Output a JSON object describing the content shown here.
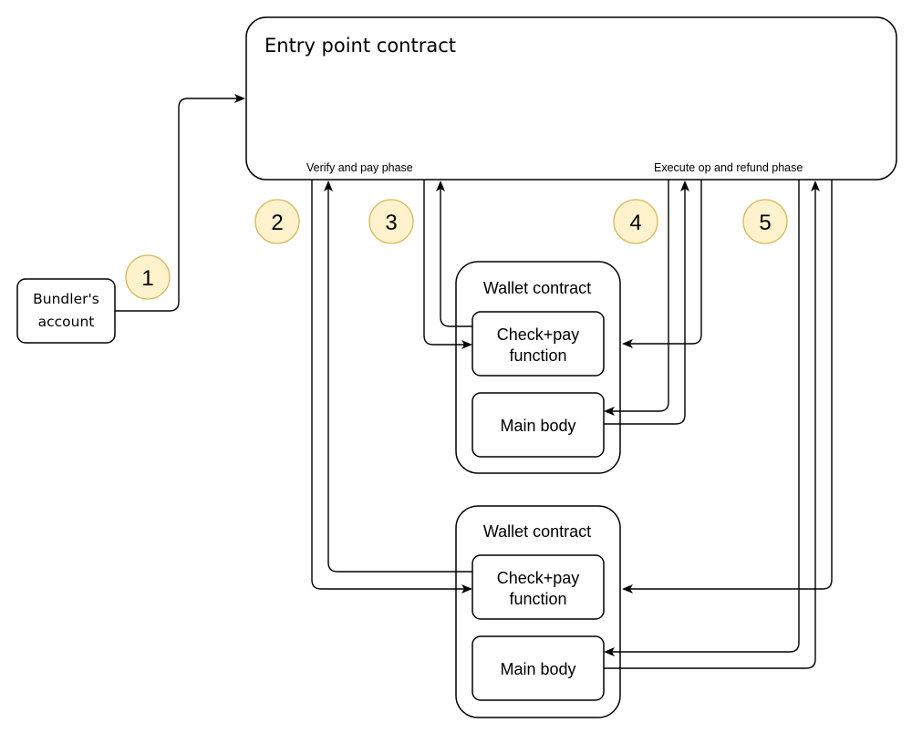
{
  "entry": {
    "title": "Entry point contract",
    "verify_phase": "Verify and pay phase",
    "execute_phase": "Execute op and refund phase"
  },
  "bundler": {
    "line1": "Bundler's",
    "line2": "account"
  },
  "wallet1": {
    "title": "Wallet contract",
    "check_line1": "Check+pay",
    "check_line2": "function",
    "main": "Main body"
  },
  "wallet2": {
    "title": "Wallet contract",
    "check_line1": "Check+pay",
    "check_line2": "function",
    "main": "Main body"
  },
  "steps": [
    "1",
    "2",
    "3",
    "4",
    "5"
  ],
  "colors": {
    "badge_fill": "#fff2cc",
    "badge_stroke": "#d6b656",
    "line": "#000000"
  }
}
